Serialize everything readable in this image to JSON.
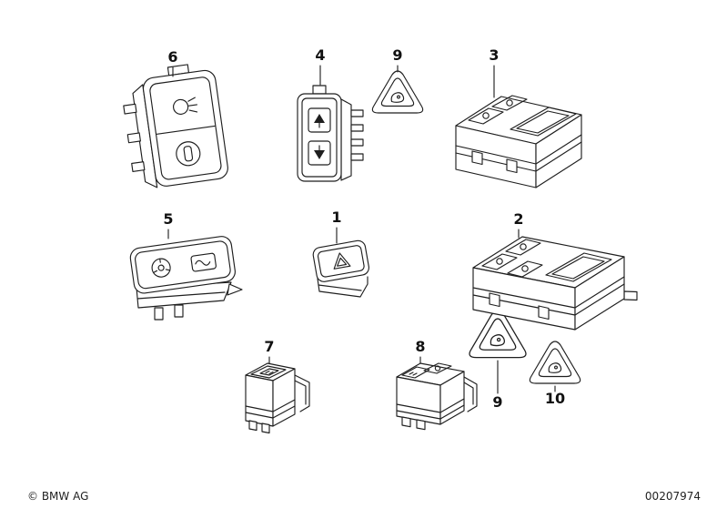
{
  "diagram": {
    "callouts": {
      "c6": "6",
      "c4": "4",
      "c9a": "9",
      "c3": "3",
      "c5": "5",
      "c1": "1",
      "c2": "2",
      "c7": "7",
      "c8": "8",
      "c9b": "9",
      "c10": "10"
    }
  },
  "footer": {
    "copyright": "© BMW AG",
    "document_number": "00207974"
  }
}
